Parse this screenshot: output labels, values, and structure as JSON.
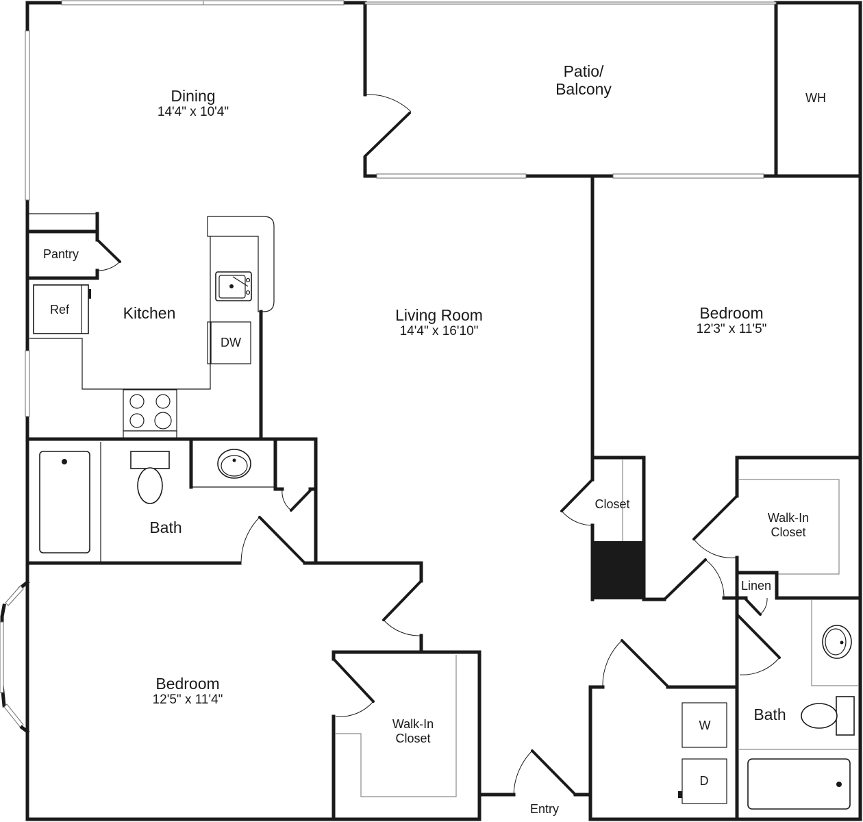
{
  "floorplan": {
    "rooms": {
      "dining": {
        "name": "Dining",
        "dims": "14'4\" x 10'4\""
      },
      "patio": {
        "name_line1": "Patio/",
        "name_line2": "Balcony"
      },
      "water_heater": {
        "name": "WH"
      },
      "pantry": {
        "name": "Pantry"
      },
      "kitchen": {
        "name": "Kitchen"
      },
      "refrigerator": {
        "name": "Ref"
      },
      "dishwasher": {
        "name": "DW"
      },
      "living_room": {
        "name": "Living Room",
        "dims": "14'4\" x 16'10\""
      },
      "bedroom_right": {
        "name": "Bedroom",
        "dims": "12'3\" x 11'5\""
      },
      "bath_left": {
        "name": "Bath"
      },
      "closet": {
        "name": "Closet"
      },
      "walk_in_right": {
        "name_line1": "Walk-In",
        "name_line2": "Closet"
      },
      "linen": {
        "name": "Linen"
      },
      "bedroom_left": {
        "name": "Bedroom",
        "dims": "12'5\" x 11'4\""
      },
      "walk_in_left": {
        "name_line1": "Walk-In",
        "name_line2": "Closet"
      },
      "bath_right": {
        "name": "Bath"
      },
      "washer": {
        "name": "W"
      },
      "dryer": {
        "name": "D"
      },
      "entry": {
        "name": "Entry"
      }
    },
    "colors": {
      "wall": "#1a1a1a",
      "background": "#ffffff",
      "window": "#6a6a6a"
    }
  }
}
